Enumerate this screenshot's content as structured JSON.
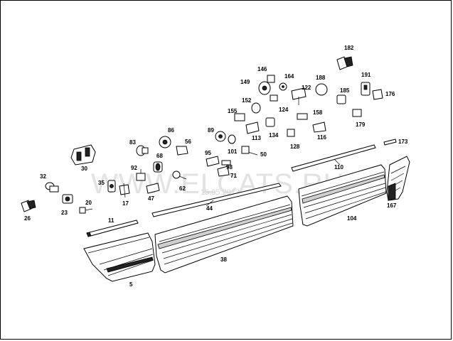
{
  "watermark": {
    "text": "WWW.ELCATS.RU",
    "date": "15.05.2013"
  },
  "labels": {
    "l5": "5",
    "l11": "11",
    "l17": "17",
    "l20": "20",
    "l23": "23",
    "l26": "26",
    "l30": "30",
    "l32": "32",
    "l35": "35",
    "l38": "38",
    "l44": "44",
    "l47": "47",
    "l50": "50",
    "l56": "56",
    "l62": "62",
    "l68": "68",
    "l71": "71",
    "l83": "83",
    "l86": "86",
    "l89": "89",
    "l92": "92",
    "l95": "95",
    "l98": "98",
    "l101": "101",
    "l104": "104",
    "l110": "110",
    "l113": "113",
    "l116": "116",
    "l122": "122",
    "l124": "124",
    "l128": "128",
    "l134": "134",
    "l146": "146",
    "l149": "149",
    "l152": "152",
    "l155": "155",
    "l158": "158",
    "l164": "164",
    "l167": "167",
    "l173": "173",
    "l176": "176",
    "l179": "179",
    "l182": "182",
    "l185": "185",
    "l188": "188",
    "l191": "191"
  }
}
